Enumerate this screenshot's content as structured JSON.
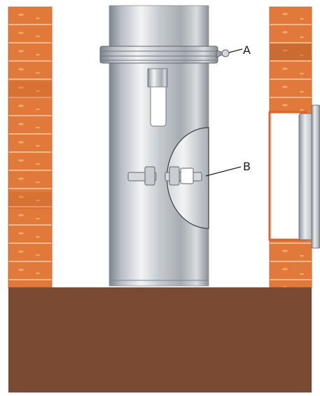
{
  "diagram": {
    "callouts": [
      {
        "id": "A",
        "label": "A"
      },
      {
        "id": "B",
        "label": "B"
      }
    ],
    "colors": {
      "brick": "#e0793a",
      "brick_dark": "#c9662c",
      "mortar": "#f7c9a2",
      "floor": "#7b4a33",
      "steel_light": "#eef0f2",
      "steel_mid": "#b7bcc2",
      "steel_dark": "#7d848c",
      "line": "#222222"
    },
    "icons": [
      "brick-wall-left-icon",
      "brick-wall-right-icon",
      "chimney-pipe-icon",
      "clamp-band-icon",
      "inspection-door-icon",
      "wall-thimble-icon"
    ]
  }
}
